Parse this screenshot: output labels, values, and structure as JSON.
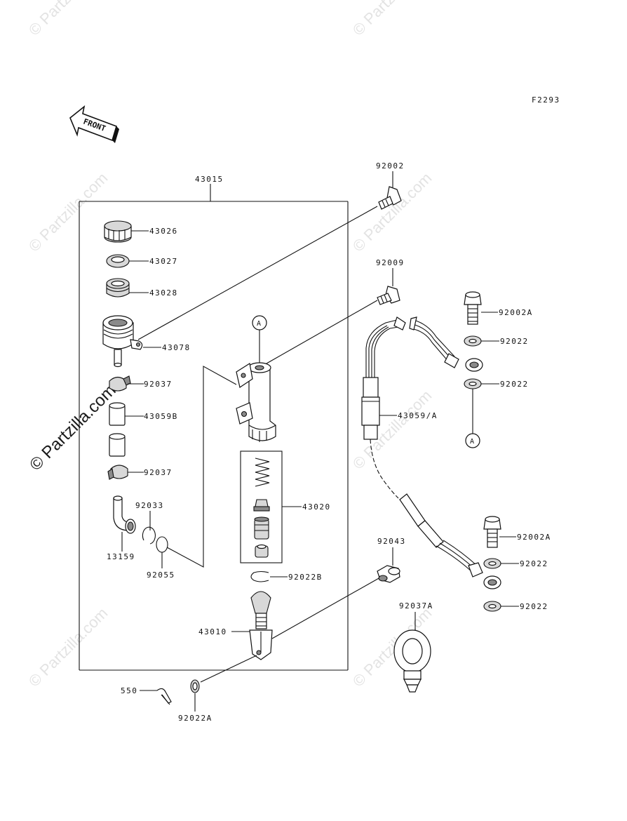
{
  "figure_code": "F2293",
  "front_label": "FRONT",
  "watermark": "© Partzilla.com",
  "callout_letter": "A",
  "parts": {
    "p43015": "43015",
    "p43026": "43026",
    "p43027": "43027",
    "p43028": "43028",
    "p43078": "43078",
    "p92037a": "92037",
    "p43059b": "43059B",
    "p92037b": "92037",
    "p92033": "92033",
    "p13159": "13159",
    "p92055": "92055",
    "p43020": "43020",
    "p92022b": "92022B",
    "p43010": "43010",
    "p550": "550",
    "p92022a_bottom": "92022A",
    "p92002": "92002",
    "p92009": "92009",
    "p92002a_top": "92002A",
    "p92022_1": "92022",
    "p92022_2": "92022",
    "p43059a": "43059/A",
    "p92043": "92043",
    "p92002a_mid": "92002A",
    "p92022_3": "92022",
    "p92022_4": "92022",
    "p92037a_label": "92037A"
  }
}
